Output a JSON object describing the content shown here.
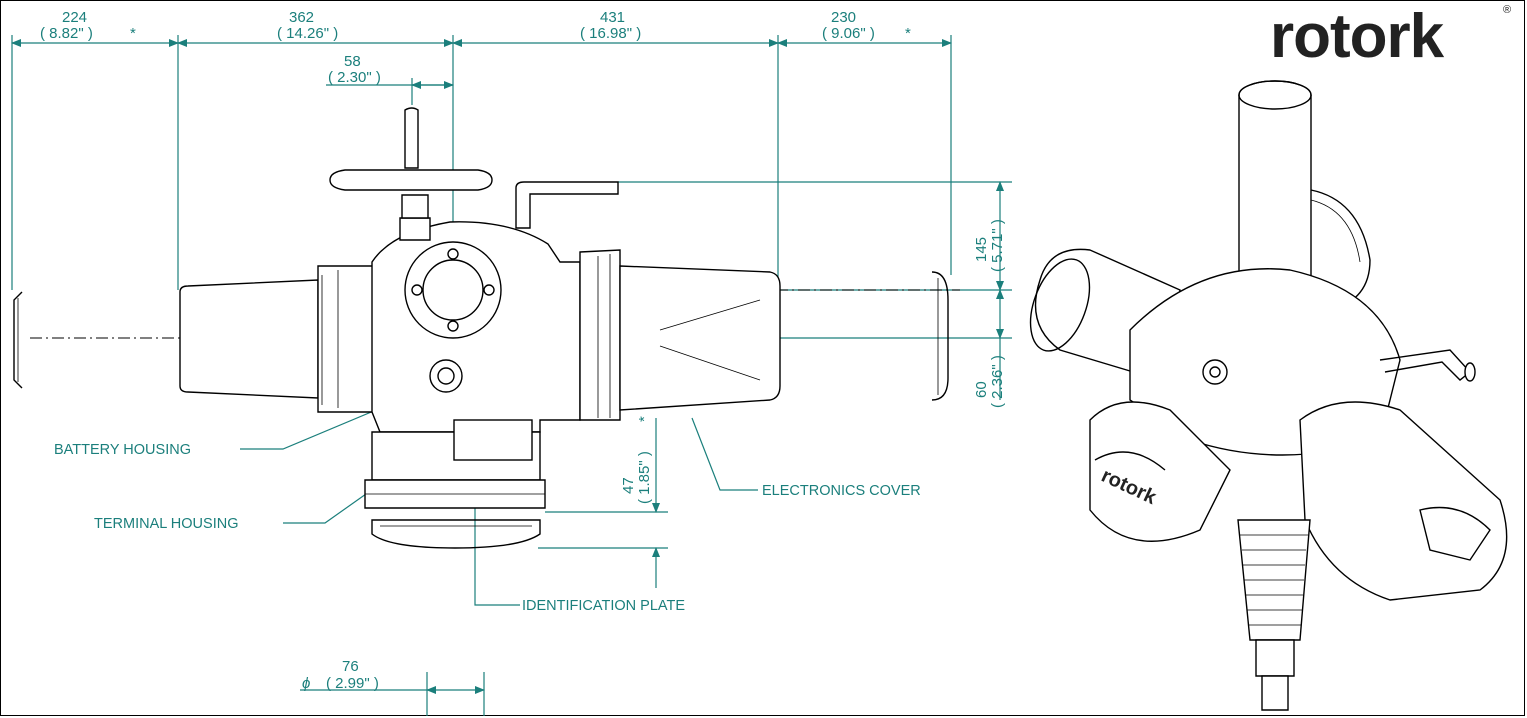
{
  "brand": {
    "logo_text": "rotork",
    "registered_mark": "®"
  },
  "dimensions": [
    {
      "id": "d224",
      "mm": "224",
      "inch": "( 8.82\" )",
      "note": "*"
    },
    {
      "id": "d362",
      "mm": "362",
      "inch": "( 14.26\" )",
      "note": ""
    },
    {
      "id": "d58",
      "mm": "58",
      "inch": "( 2.30\" )",
      "note": ""
    },
    {
      "id": "d431",
      "mm": "431",
      "inch": "( 16.98\" )",
      "note": ""
    },
    {
      "id": "d230",
      "mm": "230",
      "inch": "( 9.06\" )",
      "note": "*"
    },
    {
      "id": "d145",
      "mm": "145",
      "inch": "( 5.71\" )",
      "note": ""
    },
    {
      "id": "d60",
      "mm": "60",
      "inch": "( 2.36\" )",
      "note": ""
    },
    {
      "id": "d47",
      "mm": "47",
      "inch": "( 1.85\" )",
      "note": "*"
    },
    {
      "id": "d76",
      "mm": "76",
      "inch": "( 2.99\" )",
      "note": "",
      "prefix": "ϕ"
    }
  ],
  "callouts": {
    "battery_housing": "BATTERY HOUSING",
    "terminal_housing": "TERMINAL HOUSING",
    "electronics_cover": "ELECTRONICS COVER",
    "identification_plate": "IDENTIFICATION PLATE"
  },
  "colors": {
    "dimension": "#1b7f7c",
    "outline": "#000000",
    "background": "#ffffff"
  }
}
